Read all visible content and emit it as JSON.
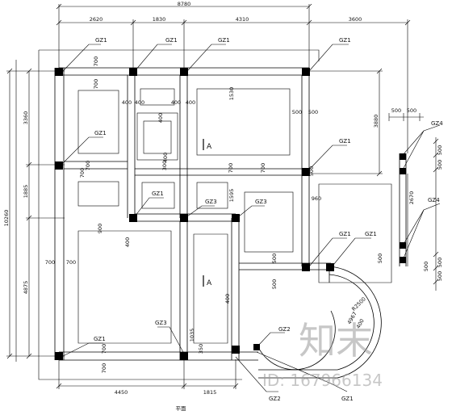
{
  "drawing": {
    "top_dims": {
      "overall": "8780",
      "segments": [
        "2620",
        "1830",
        "4310",
        "3600"
      ]
    },
    "bottom_dims": [
      "4450",
      "1815"
    ],
    "left_dims": {
      "overall": "10260",
      "segments": [
        "3360",
        "1885",
        "4875"
      ]
    },
    "right_dims": [
      "3880",
      "2670"
    ],
    "gz4_spacing": [
      "500",
      "500"
    ],
    "gz4_right_dims": [
      "500",
      "500",
      "500",
      "500",
      "500"
    ],
    "inner_dims": {
      "d700_a": "700",
      "d700_b": "700",
      "d700_c": "700",
      "d700_d": "700",
      "d700_e": "700",
      "d700_f": "700",
      "d700_g": "700",
      "d700_h": "700",
      "d700_i": "700",
      "d700_j": "700",
      "d400_a": "400",
      "d400_b": "400",
      "d400_c": "400",
      "d400_d": "400",
      "d400_e": "400",
      "d400_f": "400",
      "d400_g": "400",
      "d400_h": "400",
      "d1530": "1530",
      "d500_a": "500",
      "d500_b": "500",
      "d500_c": "500",
      "d500_d": "500",
      "d500_e": "500",
      "d500_f": "500",
      "d1595": "1595",
      "d960": "960",
      "d900": "900",
      "d1035": "1035",
      "d350": "350",
      "r2500": "R2500",
      "d4967": "4967",
      "d400_arc": "400",
      "d300": "300"
    },
    "labels": {
      "gz1": "GZ1",
      "gz2": "GZ2",
      "gz3": "GZ3",
      "gz4": "GZ4",
      "section_a": "A"
    },
    "bottom_title": "平面"
  },
  "watermark": {
    "text": "知末",
    "id_text": "ID: 167966134"
  }
}
